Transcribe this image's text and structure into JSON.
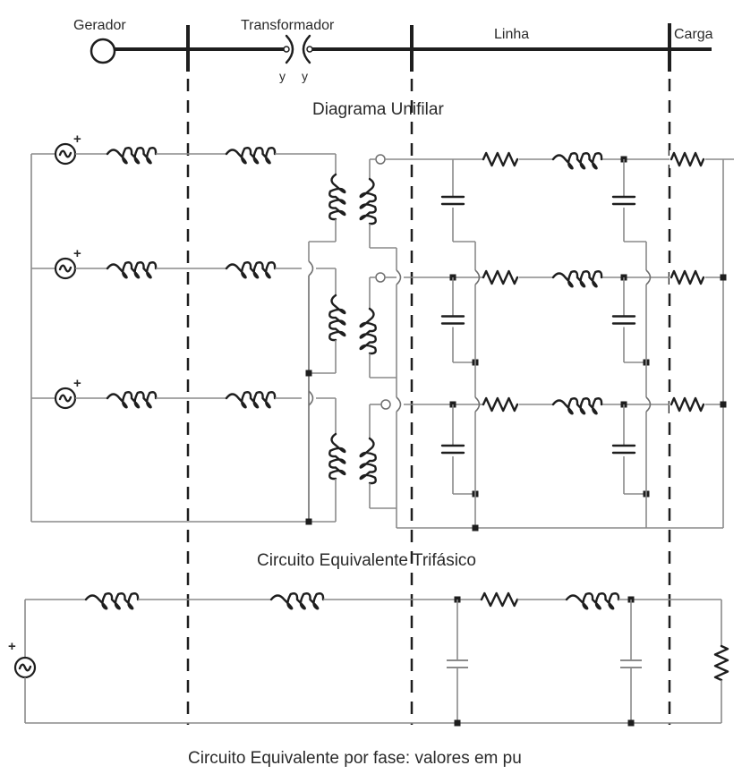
{
  "single_line": {
    "title": "Diagrama Unifilar",
    "labels": {
      "generator": "Gerador",
      "transformer": "Transformador",
      "line": "Linha",
      "load": "Carga",
      "winding_primary": "y",
      "winding_secondary": "y"
    }
  },
  "three_phase": {
    "title": "Circuito Equivalente Trifásico",
    "phases": 3,
    "source_polarity": "+"
  },
  "per_phase": {
    "title": "Circuito Equivalente por fase: valores em pu",
    "source_polarity": "+"
  },
  "colors": {
    "ink": "#1e1e1e",
    "wire": "#8a8a8a",
    "background": "#ffffff"
  }
}
